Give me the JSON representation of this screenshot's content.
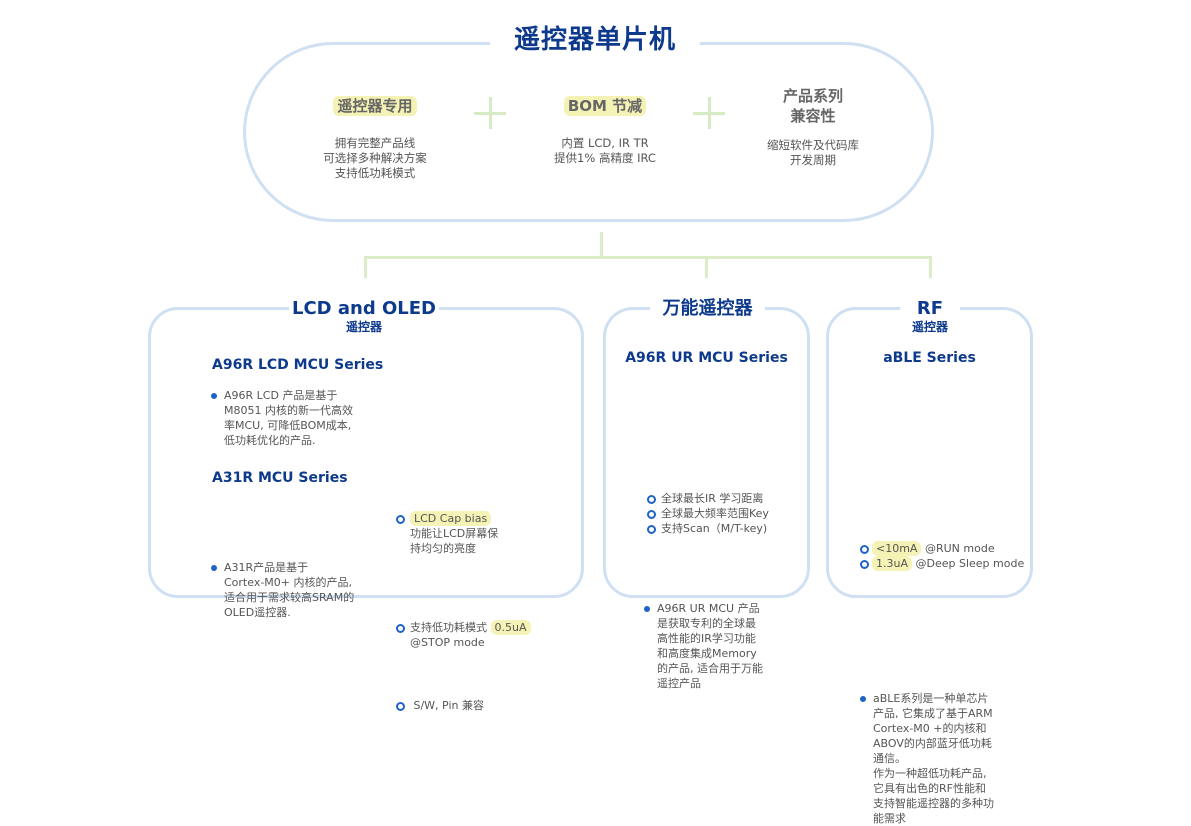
{
  "title": "遥控器单片机",
  "features": [
    {
      "title": "遥控器专用",
      "highlight": true,
      "desc": [
        "拥有完整产品线",
        "可选择多种解决方案",
        "支持低功耗模式"
      ]
    },
    {
      "title": "BOM 节减",
      "highlight": true,
      "desc": [
        "内置 LCD, IR TR",
        "提供1% 高精度 IRC"
      ]
    },
    {
      "title_lines": [
        "产品系列",
        "兼容性"
      ],
      "highlight": false,
      "desc": [
        "缩短软件及代码库",
        "开发周期"
      ]
    }
  ],
  "boxes": {
    "lcd": {
      "title": "LCD and OLED",
      "subtitle": "遥控器",
      "series": [
        {
          "name": "A96R LCD MCU Series",
          "desc": [
            "A96R LCD 产品是基于",
            "M8051 内核的新一代高效",
            "率MCU, 可降低BOM成本,",
            "低功耗优化的产品."
          ]
        },
        {
          "name": "A31R MCU Series",
          "desc": [
            "A31R产品是基于",
            "Cortex-M0+ 内核的产品,",
            "适合用于需求较高SRAM的",
            "OLED遥控器."
          ]
        }
      ],
      "features": [
        {
          "highlight": "LCD Cap bias",
          "pre": "",
          "lines": [
            "功能让LCD屏幕保",
            "持均匀的亮度"
          ]
        },
        {
          "pre": "支持低功耗模式 ",
          "highlight": "0.5uA",
          "lines": [
            "@STOP mode"
          ]
        },
        {
          "pre": " S/W, Pin 兼容",
          "highlight": "",
          "lines": []
        }
      ]
    },
    "ur": {
      "title": "万能遥控器",
      "series_name": "A96R UR MCU Series",
      "desc": [
        "A96R UR MCU 产品",
        "是获取专利的全球最",
        "高性能的IR学习功能",
        "和高度集成Memory",
        "的产品, 适合用于万能",
        "遥控产品"
      ],
      "features": [
        "全球最长IR 学习距离",
        "全球最大频率范围Key",
        "支持Scan（M/T-key)"
      ]
    },
    "rf": {
      "title": "RF",
      "subtitle": "遥控器",
      "series_name": "aBLE Series",
      "desc": [
        "aBLE系列是一种单芯片",
        "产品, 它集成了基于ARM",
        "Cortex-M0 +的内核和",
        "ABOV的内部蓝牙低功耗",
        "通信。",
        "作为一种超低功耗产品,",
        "它具有出色的RF性能和",
        "支持智能遥控器的多种功",
        "能需求"
      ],
      "features": [
        {
          "highlight": "<10mA",
          "post": " @RUN mode"
        },
        {
          "highlight": "1.3uA",
          "post": " @Deep Sleep mode"
        }
      ]
    }
  },
  "colors": {
    "navy": "#0d3a8c",
    "border": "#cfe0f3",
    "connector": "#dcecc8",
    "highlight": "#f4f2b4",
    "bullet": "#1e64c8"
  }
}
